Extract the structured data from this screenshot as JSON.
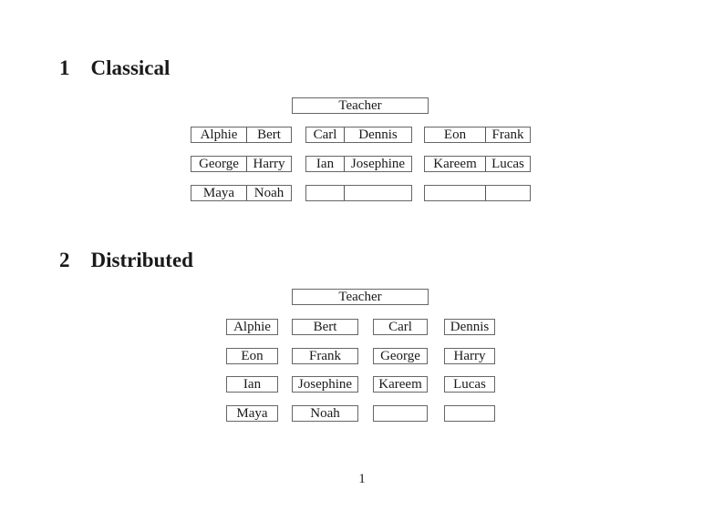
{
  "classical": {
    "heading_number": "1",
    "heading_title": "Classical",
    "teacher": "Teacher",
    "groups": [
      {
        "rows": [
          [
            "Alphie",
            "Bert"
          ],
          [
            "George",
            "Harry"
          ],
          [
            "Maya",
            "Noah"
          ]
        ]
      },
      {
        "rows": [
          [
            "Carl",
            "Dennis"
          ],
          [
            "Ian",
            "Josephine"
          ],
          [
            "",
            ""
          ]
        ]
      },
      {
        "rows": [
          [
            "Eon",
            "Frank"
          ],
          [
            "Kareem",
            "Lucas"
          ],
          [
            "",
            ""
          ]
        ]
      }
    ]
  },
  "distributed": {
    "heading_number": "2",
    "heading_title": "Distributed",
    "teacher": "Teacher",
    "rows": [
      [
        "Alphie",
        "Bert",
        "Carl",
        "Dennis"
      ],
      [
        "Eon",
        "Frank",
        "George",
        "Harry"
      ],
      [
        "Ian",
        "Josephine",
        "Kareem",
        "Lucas"
      ],
      [
        "Maya",
        "Noah",
        "",
        ""
      ]
    ]
  },
  "footer": {
    "page_number": "1"
  }
}
